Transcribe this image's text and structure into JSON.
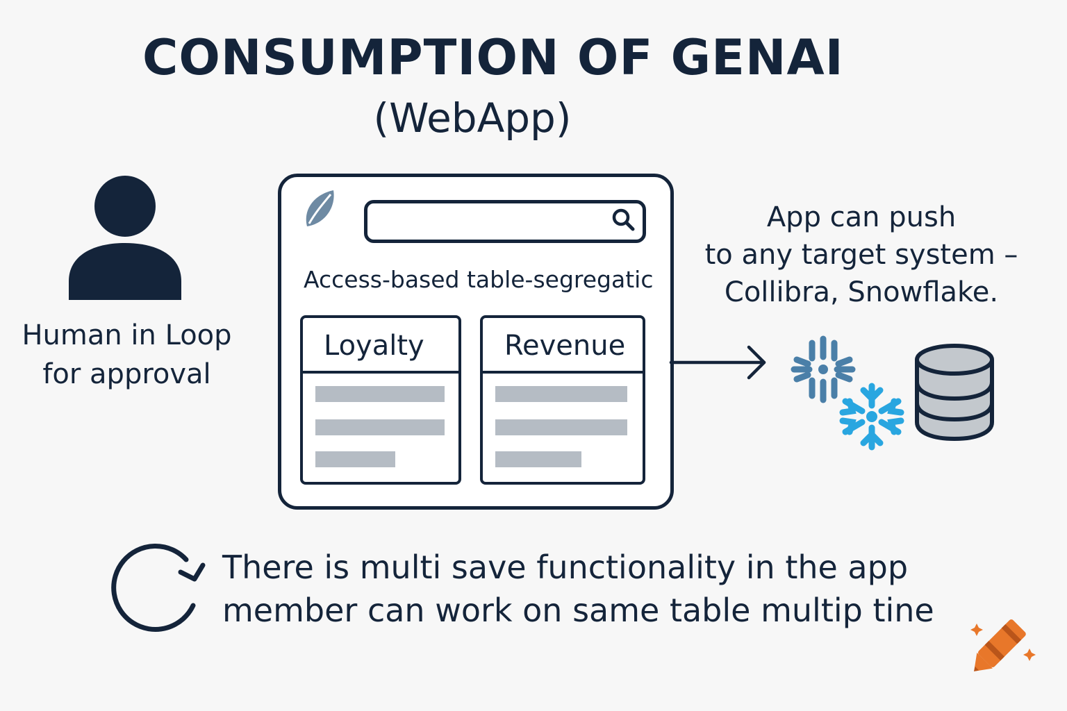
{
  "title": "CONSUMPTION OF GENAI",
  "subtitle": "(WebApp)",
  "human": {
    "line1": "Human in Loop",
    "line2": "for approval"
  },
  "webapp": {
    "search_placeholder": "",
    "access_label": "Access-based table-segregatic",
    "tables": [
      {
        "name": "Loyalty"
      },
      {
        "name": "Revenue"
      }
    ]
  },
  "push": {
    "line1": "App can push",
    "line2": "to any target system –",
    "line3": "Collibra, Snowflake."
  },
  "multi_save": {
    "line1": "There is multi save functionality in the app",
    "line2": "member can work on same table multip tine"
  },
  "icons": {
    "person": "person-icon",
    "leaf": "leaf-logo-icon",
    "search": "search-icon",
    "arrow": "arrow-right-icon",
    "collibra": "collibra-logo-icon",
    "snowflake": "snowflake-logo-icon",
    "database": "database-icon",
    "refresh": "refresh-loop-icon",
    "crayon": "crayon-logo-icon"
  },
  "colors": {
    "ink": "#14243a",
    "placeholder_bar": "#b5bcc4",
    "leaf": "#6e8aa3",
    "collibra": "#4a7fa8",
    "snowflake": "#29a6e0",
    "database_fill": "#c3c8cd",
    "crayon": "#e8772a"
  }
}
